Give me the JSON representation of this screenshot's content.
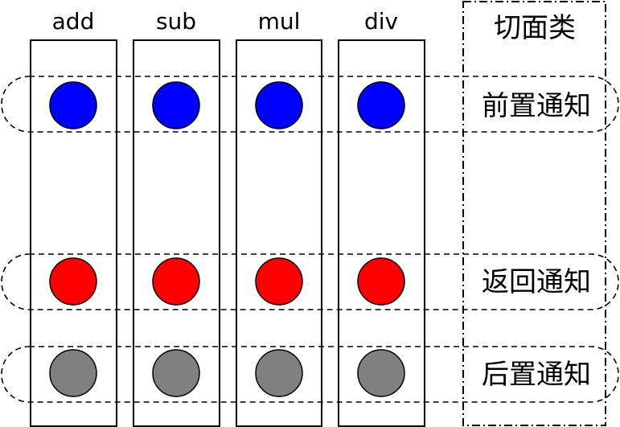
{
  "methods": [
    "add",
    "sub",
    "mul",
    "div"
  ],
  "aspect": {
    "title": "切面类"
  },
  "advice": [
    {
      "label": "前置通知",
      "color": "#0000ff"
    },
    {
      "label": "返回通知",
      "color": "#ff0000"
    },
    {
      "label": "后置通知",
      "color": "#808080"
    }
  ]
}
